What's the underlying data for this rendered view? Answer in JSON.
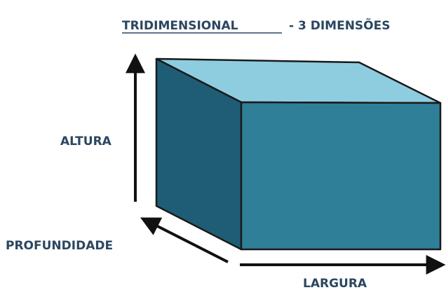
{
  "title": {
    "main": "TRIDIMENSIONAL",
    "rest": "- 3 DIMENSÕES"
  },
  "labels": {
    "height": "ALTURA",
    "depth": "PROFUNDIDADE",
    "width": "LARGURA"
  },
  "colors": {
    "cube_front": "#2f7f99",
    "cube_top": "#8ecde0",
    "cube_side": "#1e5d75",
    "edge": "#1a1a1a",
    "text": "#2b4660",
    "arrow": "#111111"
  }
}
